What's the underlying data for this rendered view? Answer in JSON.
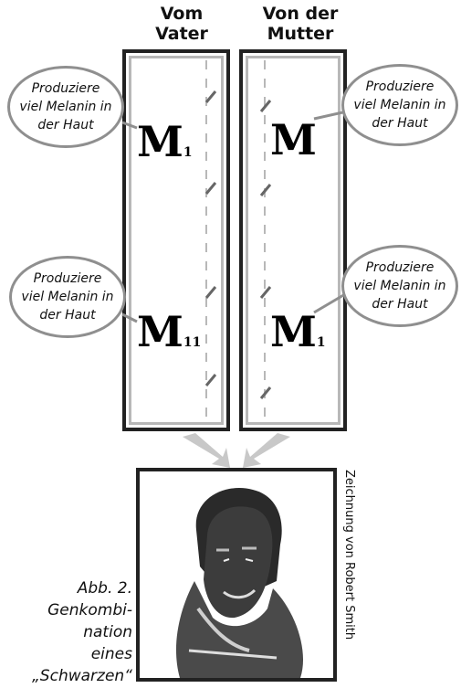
{
  "headers": {
    "left": "Vom\nVater",
    "right": "Von der\nMutter"
  },
  "genes": {
    "left_top": {
      "letter": "M",
      "sub": "1"
    },
    "right_top": {
      "letter": "M",
      "sub": ""
    },
    "left_bottom": {
      "letter": "M",
      "sub": "11"
    },
    "right_bottom": {
      "letter": "M",
      "sub": "1"
    }
  },
  "bubbles": {
    "left_top": "Produziere\nviel Melanin in\nder Haut",
    "right_top": "Produziere\nviel Melanin in\nder Haut",
    "left_bottom": "Produziere\nviel Melanin in\nder Haut",
    "right_bottom": "Produziere\nviel Melanin in\nder Haut"
  },
  "credit": "Zeichnung von Robert Smith",
  "caption": "Abb. 2.\nGenkombi-\nnation\neines\n„Schwarzen“",
  "colors": {
    "chromosome_border": "#222222",
    "inner_border": "#b8b8b8",
    "bubble_border": "#8f8f8f",
    "arrow": "#c8c8c8"
  }
}
